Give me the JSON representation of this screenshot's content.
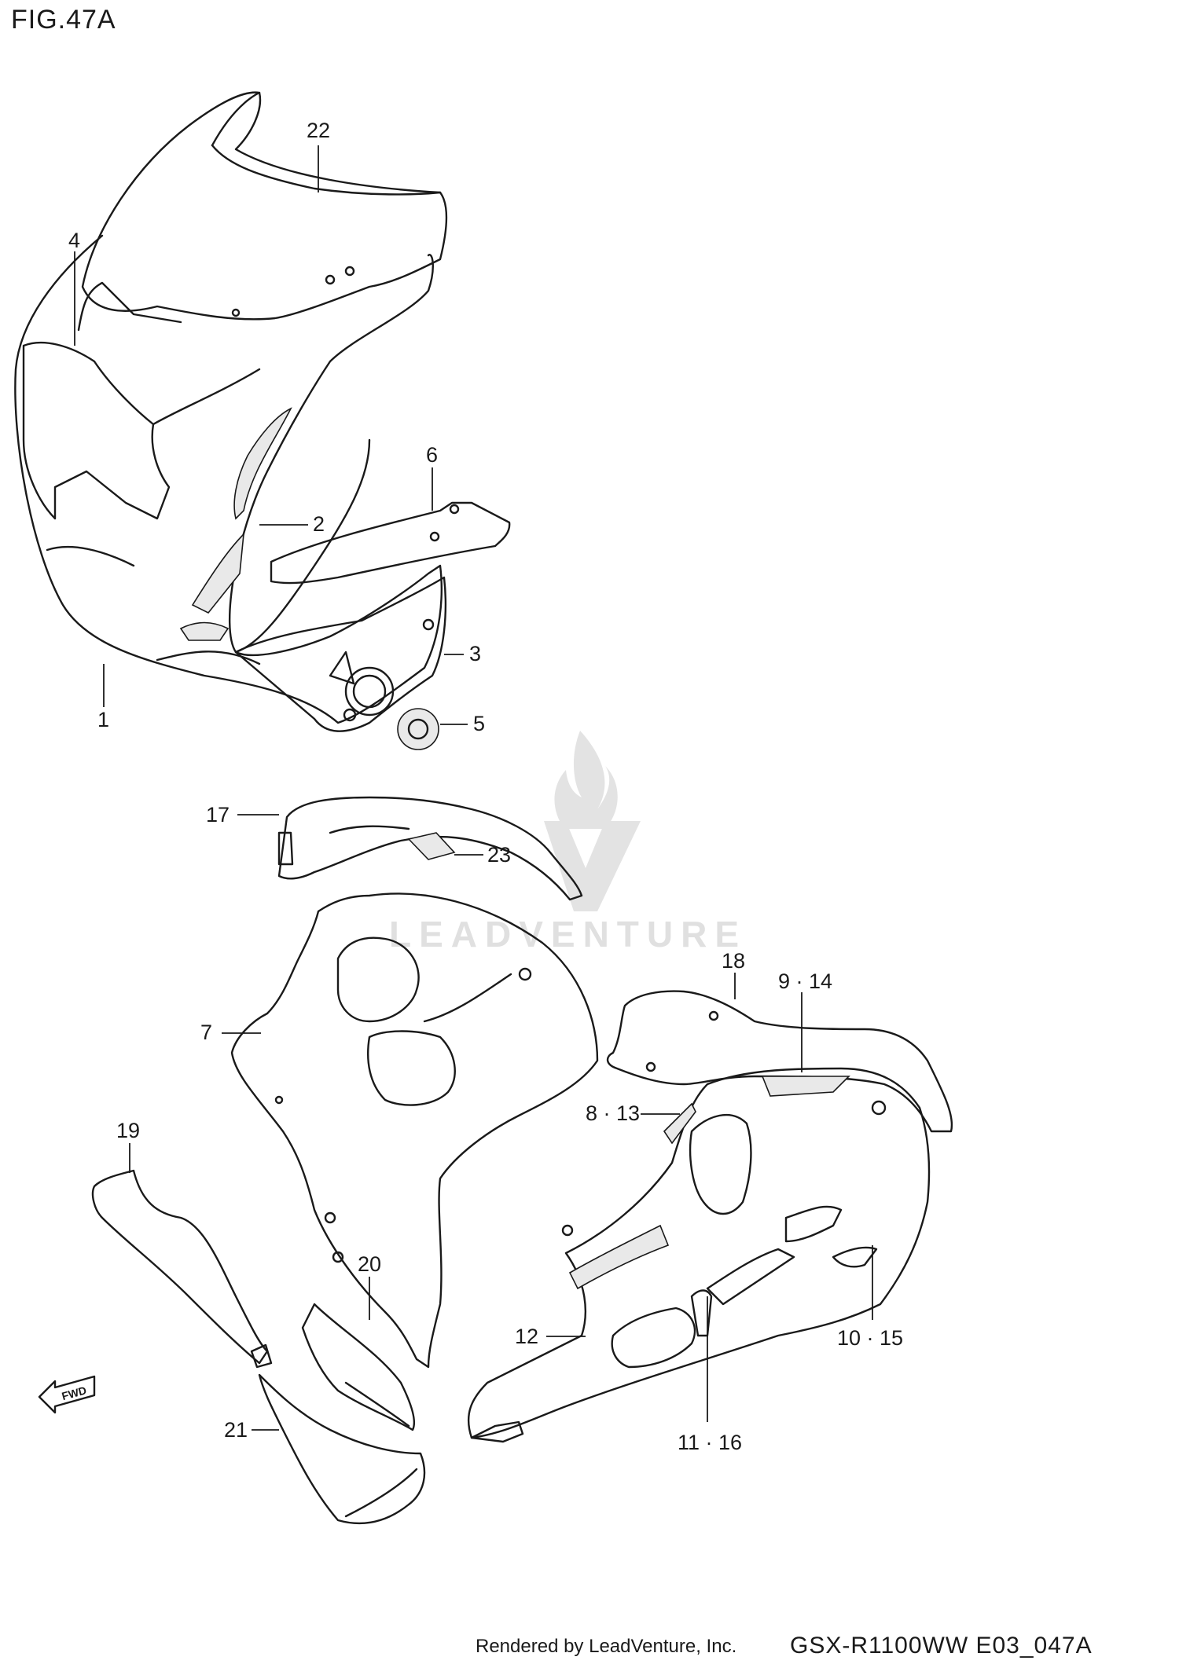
{
  "figure": {
    "title": "FIG.47A",
    "footer_credit": "Rendered by LeadVenture, Inc.",
    "footer_code": "GSX-R1100WW  E03_047A"
  },
  "watermark": {
    "text": "LEADVENTURE"
  },
  "direction_marker": {
    "label": "FWD"
  },
  "callouts": {
    "c22": "22",
    "c4": "4",
    "c6": "6",
    "c2": "2",
    "c3": "3",
    "c1": "1",
    "c5": "5",
    "c17": "17",
    "c23": "23",
    "c18": "18",
    "c9_14": "9 · 14",
    "c7": "7",
    "c8_13": "8 · 13",
    "c19": "19",
    "c20": "20",
    "c12": "12",
    "c10_15": "10 · 15",
    "c21": "21",
    "c11_16": "11 · 16"
  },
  "colors": {
    "line": "#1a1a1a",
    "background": "#ffffff",
    "watermark": "#e3e3e3"
  }
}
